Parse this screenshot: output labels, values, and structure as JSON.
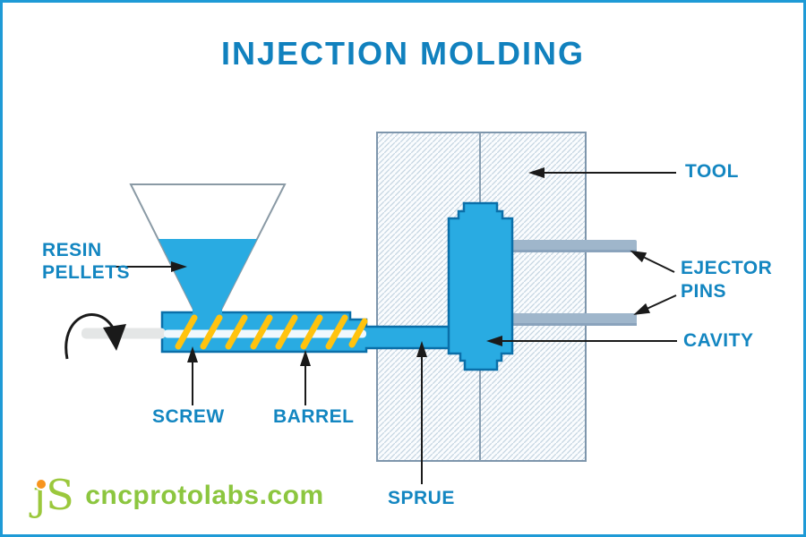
{
  "title": "INJECTION MOLDING",
  "labels": {
    "resin_pellets": {
      "line1": "RESIN",
      "line2": "PELLETS"
    },
    "screw": "SCREW",
    "barrel": "BARREL",
    "sprue": "SPRUE",
    "tool": "TOOL",
    "ejector_pins": {
      "line1": "EJECTOR",
      "line2": "PINS"
    },
    "cavity": "CAVITY"
  },
  "logo": {
    "mark": "jS",
    "site": "cncprotolabs.com"
  },
  "colors": {
    "melt_cyan": "#29ABE2",
    "outline_dark_blue": "#0A6FA9",
    "label_blue": "#1386C1",
    "title_blue": "#1181BE",
    "screw_flight_yellow": "#FFC30E",
    "ejector_pin_gray": "#9FB6CB",
    "tool_hatch_line": "#C6D6E2",
    "tool_border": "#7E96AC",
    "arrow_black": "#1A1A1A",
    "frame_blue": "#1E9AD6",
    "logo_green": "#8CC63F",
    "logo_dot_orange": "#F7941E"
  }
}
